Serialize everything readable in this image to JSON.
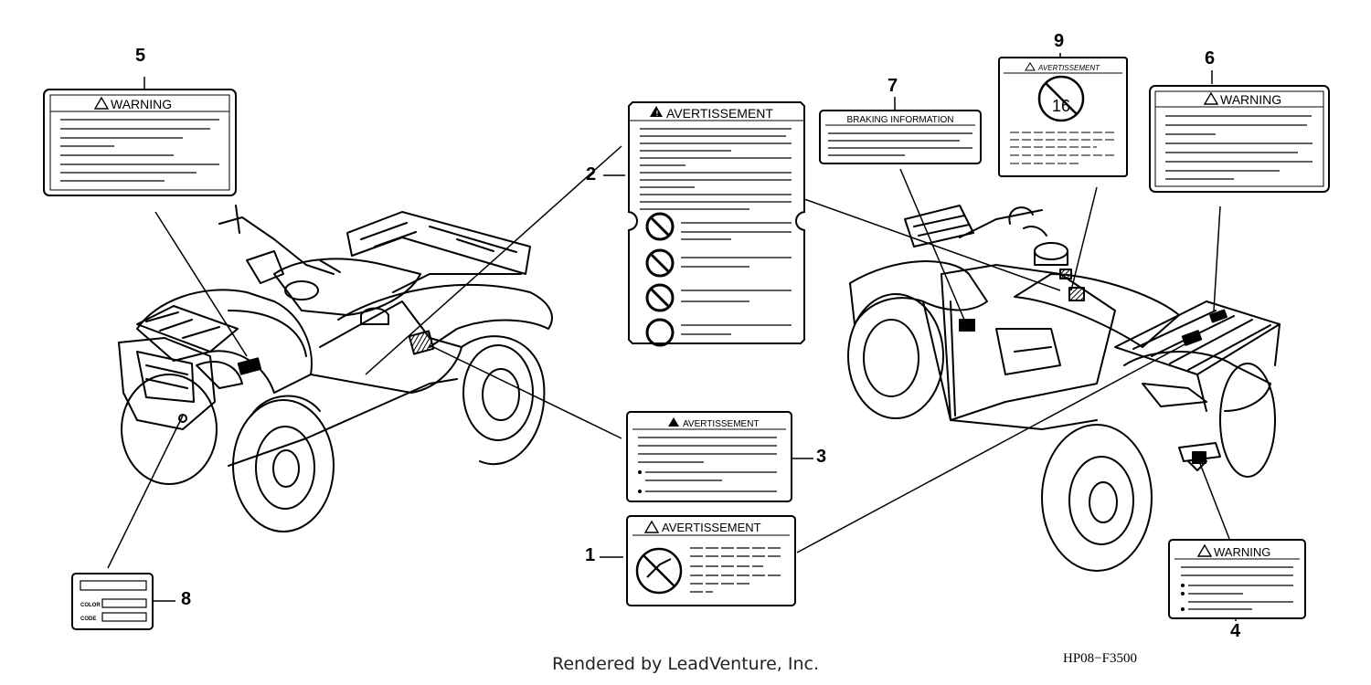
{
  "callouts": {
    "c1": "1",
    "c2": "2",
    "c3": "3",
    "c4": "4",
    "c5": "5",
    "c6": "6",
    "c7": "7",
    "c8": "8",
    "c9": "9"
  },
  "labels": {
    "warning": "WARNING",
    "avertissement": "AVERTISSEMENT",
    "braking": "BRAKING INFORMATION",
    "color": "COLOR",
    "code": "CODE",
    "age": "16"
  },
  "footer": "Rendered by LeadVenture, Inc.",
  "diagram_code": "HP08−F3500"
}
